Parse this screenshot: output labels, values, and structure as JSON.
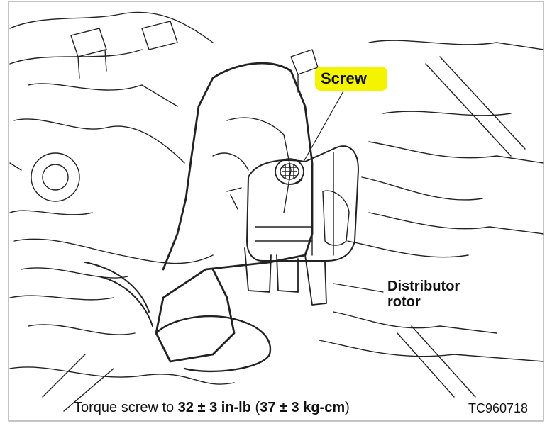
{
  "labels": {
    "screw": "Screw",
    "distributor_rotor_line1": "Distributor",
    "distributor_rotor_line2": "rotor"
  },
  "caption": {
    "prefix": "Torque screw to ",
    "value1": "32 ± 3 in-lb",
    "middle": " (",
    "value2": "37 ± 3 kg-cm",
    "suffix": ")"
  },
  "figure_code": "TC960718",
  "colors": {
    "highlight": "#f4f400",
    "line": "#111111",
    "background": "#ffffff"
  }
}
